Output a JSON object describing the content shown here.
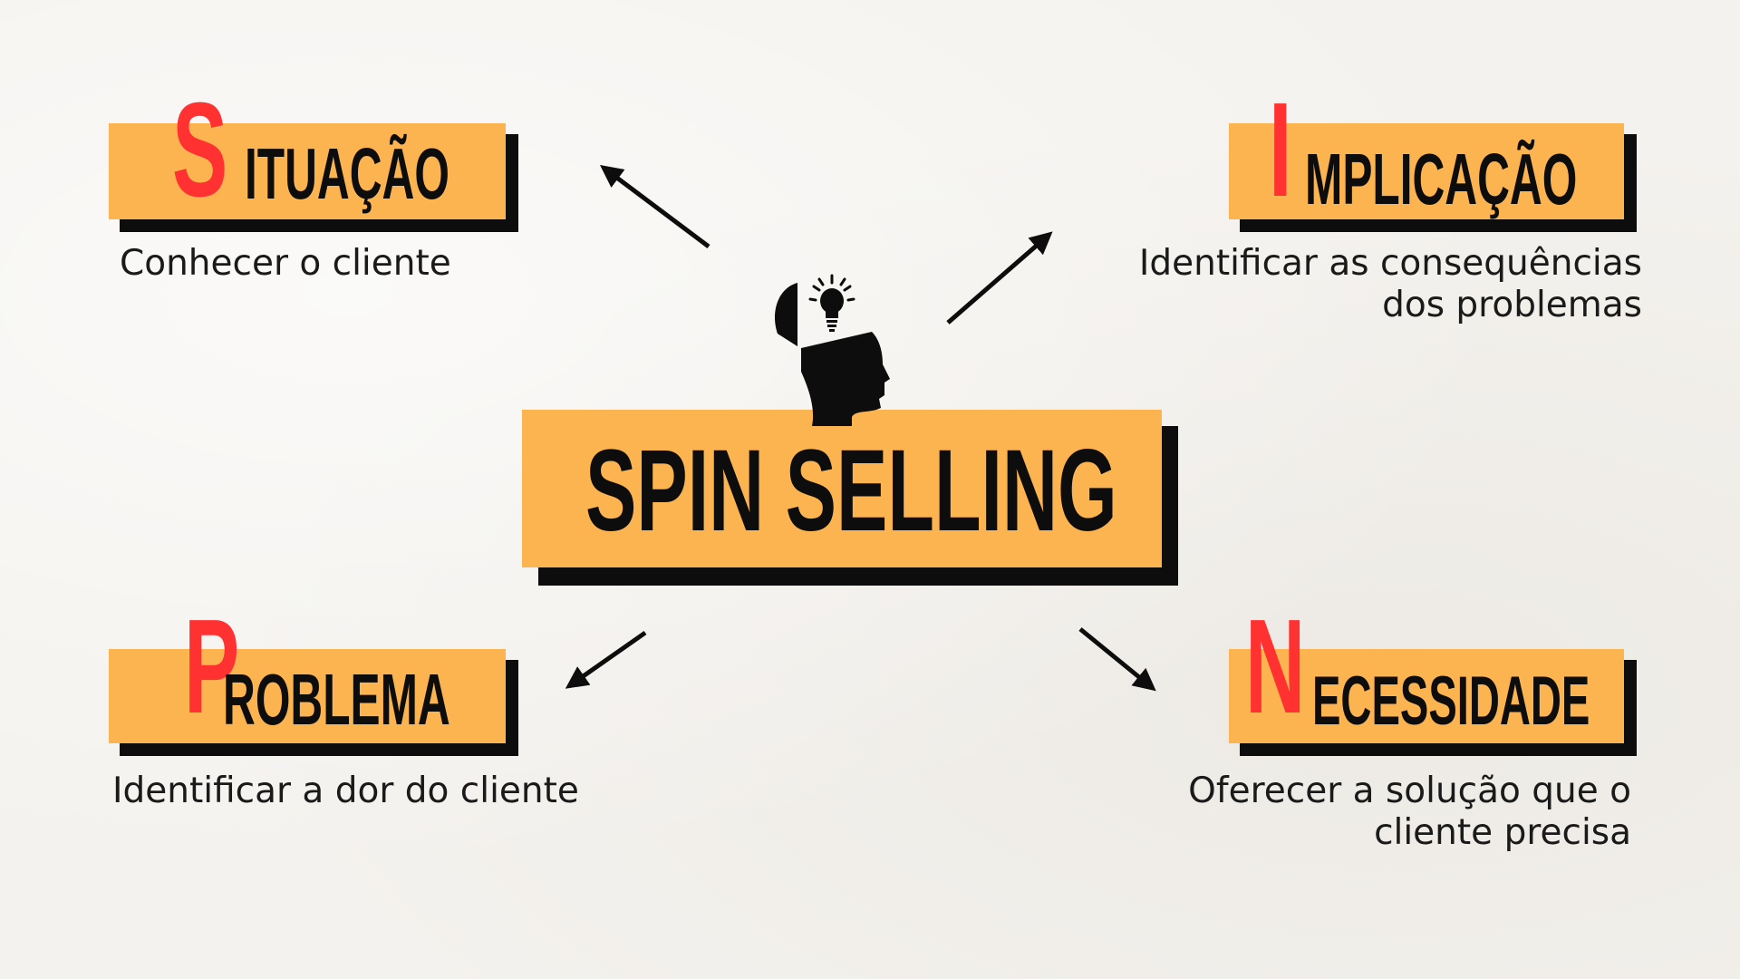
{
  "center": {
    "title": "SPIN SELLING"
  },
  "situacao": {
    "letter": "S",
    "rest": "ITUAÇÃO",
    "description": "Conhecer o cliente"
  },
  "implicacao": {
    "letter": "I",
    "rest": "MPLICAÇÃO",
    "description_line1": "Identificar as consequências",
    "description_line2": "dos problemas"
  },
  "problema": {
    "letter": "P",
    "rest": "ROBLEMA",
    "description": "Identificar a dor do cliente"
  },
  "necessidade": {
    "letter": "N",
    "rest": "ECESSIDADE",
    "description_line1": "Oferecer a solução que o",
    "description_line2": "cliente precisa"
  },
  "colors": {
    "box": "#fbb450",
    "shadow": "#0d0d0d",
    "accent": "#ff3131",
    "background": "#f4f2ee"
  },
  "icons": {
    "center": "head-lightbulb-icon"
  }
}
